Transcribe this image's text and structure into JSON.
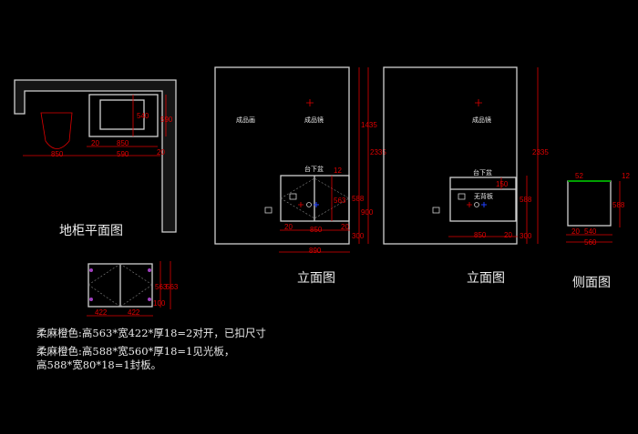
{
  "plan": {
    "title": "地柜平面图",
    "dims": {
      "a": "20",
      "b": "850",
      "c": "850",
      "d": "590",
      "e": "540",
      "f": "590",
      "g": "20"
    }
  },
  "elev1": {
    "title": "立面图",
    "label_left": "成品画",
    "label_mirror": "成品镜",
    "label_basin": "台下盆",
    "dims": {
      "h1435": "1435",
      "h2335": "2335",
      "h588": "588",
      "h300": "300",
      "h900": "900",
      "h12": "12",
      "h563": "563",
      "w20a": "20",
      "w850": "850",
      "w20b": "20",
      "w890": "890"
    }
  },
  "elev2": {
    "title": "立面图",
    "label_mirror": "成品镜",
    "label_basin": "台下盆",
    "label_noback": "无背板",
    "dims": {
      "h2335": "2335",
      "h588": "588",
      "h300": "300",
      "h150": "150",
      "w850": "850",
      "w20": "20"
    }
  },
  "side": {
    "title": "侧面图",
    "dims": {
      "h12": "12",
      "h588": "588",
      "t52": "52",
      "w20": "20",
      "w540": "540",
      "w560": "560"
    }
  },
  "doors": {
    "dims": {
      "w1": "422",
      "w2": "422",
      "h100": "100",
      "h563": "563",
      "h563b": "563"
    }
  },
  "notes": [
    "柔麻橙色:高563*宽422*厚18=2对开，已扣尺寸",
    "柔麻橙色:高588*宽560*厚18=1见光板，",
    "高588*宽80*18=1封板。"
  ],
  "colors": {
    "background": "#000000",
    "lines": "#d0d0d0",
    "dimension": "#e00000",
    "edge": "#00a000"
  }
}
